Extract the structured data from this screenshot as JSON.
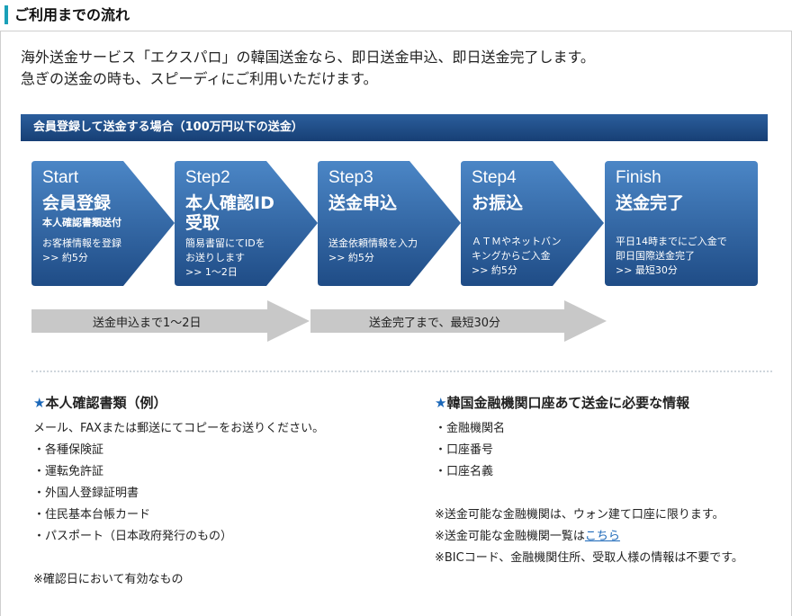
{
  "header": {
    "title": "ご利用までの流れ"
  },
  "intro": {
    "line1": "海外送金サービス「エクスパロ」の韓国送金なら、即日送金申込、即日送金完了します。",
    "line2": "急ぎの送金の時も、スピーディにご利用いただけます。"
  },
  "band": {
    "label": "会員登録して送金する場合（100万円以下の送金）"
  },
  "steps": [
    {
      "head": "Start",
      "title": "会員登録",
      "sub": "本人確認書類送付",
      "desc": "お客様情報を登録\n>> 約5分"
    },
    {
      "head": "Step2",
      "title": "本人確認ID\n受取",
      "sub": "",
      "desc": "簡易書留にてIDを\nお送りします\n>> 1～2日"
    },
    {
      "head": "Step3",
      "title": "送金申込",
      "sub": "",
      "desc": "送金依頼情報を入力\n>> 約5分"
    },
    {
      "head": "Step4",
      "title": "お振込",
      "sub": "",
      "desc": "ＡＴＭやネットバン\nキングからご入金\n>> 約5分"
    },
    {
      "head": "Finish",
      "title": "送金完了",
      "sub": "",
      "desc": "平日14時までにご入金で\n即日国際送金完了\n>> 最短30分"
    }
  ],
  "arrows": [
    {
      "label": "送金申込まで1～2日"
    },
    {
      "label": "送金完了まで、最短30分"
    }
  ],
  "left": {
    "title": "本人確認書類（例）",
    "lead": "メール、FAXまたは郵送にてコピーをお送りください。",
    "items": [
      "・各種保険証",
      "・運転免許証",
      "・外国人登録証明書",
      "・住民基本台帳カード",
      "・パスポート（日本政府発行のもの）"
    ],
    "note": "※確認日において有効なもの"
  },
  "right": {
    "title": "韓国金融機関口座あて送金に必要な情報",
    "items": [
      "・金融機関名",
      "・口座番号",
      "・口座名義"
    ],
    "note1": "※送金可能な金融機関は、ウォン建て口座に限ります。",
    "note2_prefix": "※送金可能な金融機関一覧は",
    "note2_link": "こちら",
    "note3": "※BICコード、金融機関住所、受取人様の情報は不要です。"
  },
  "colors": {
    "accent": "#1aa0b8",
    "band": "#1f4c86",
    "step": "#2f64a4",
    "link": "#1a67b8"
  }
}
